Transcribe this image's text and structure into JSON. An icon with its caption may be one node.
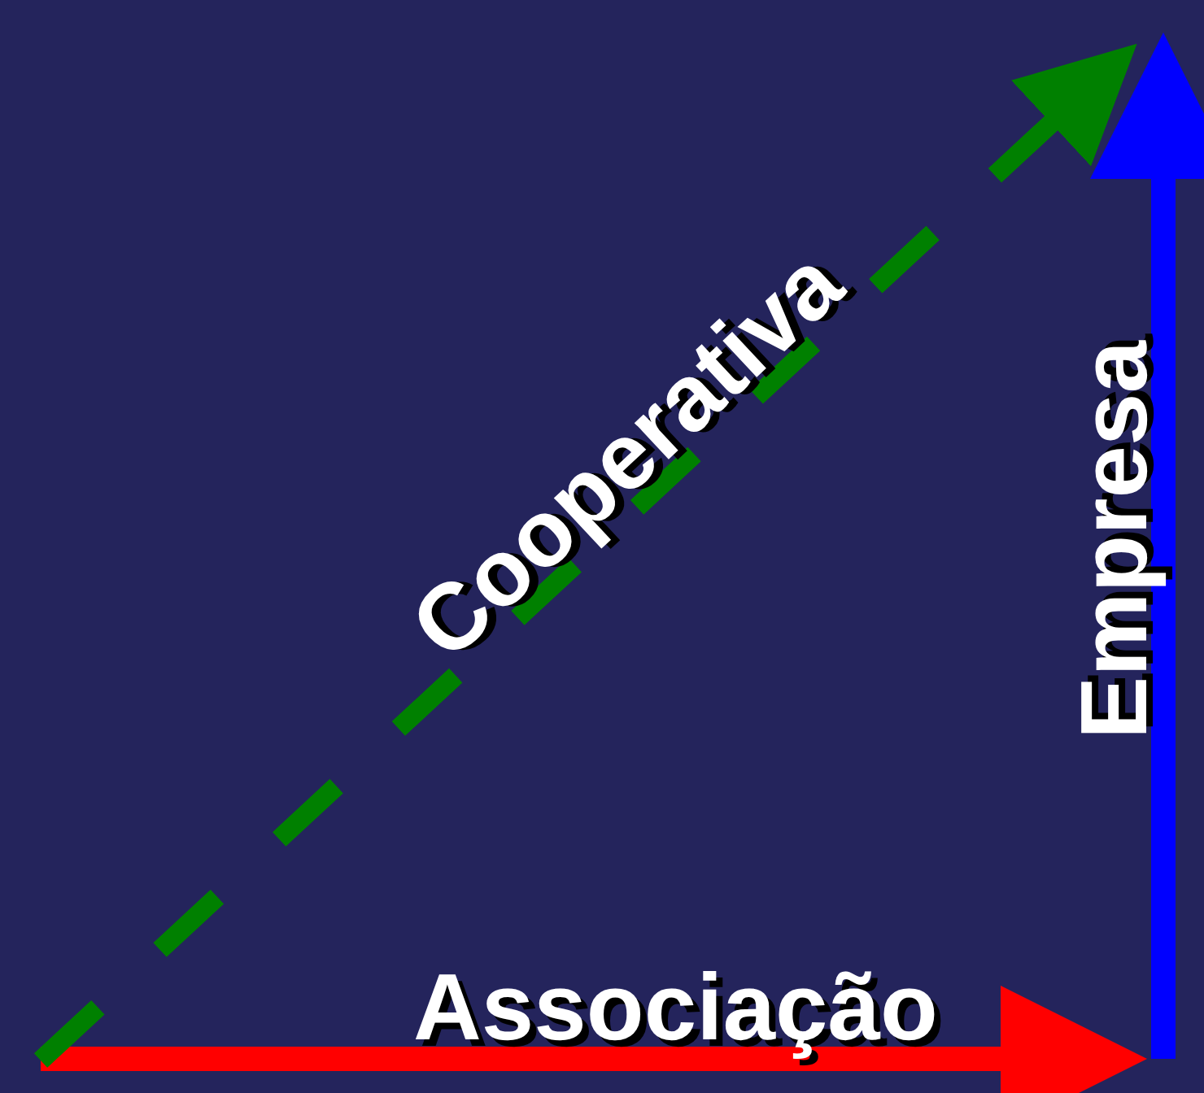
{
  "diagram": {
    "labels": [
      "Cooperativa",
      "Empresa",
      "Associação"
    ]
  }
}
